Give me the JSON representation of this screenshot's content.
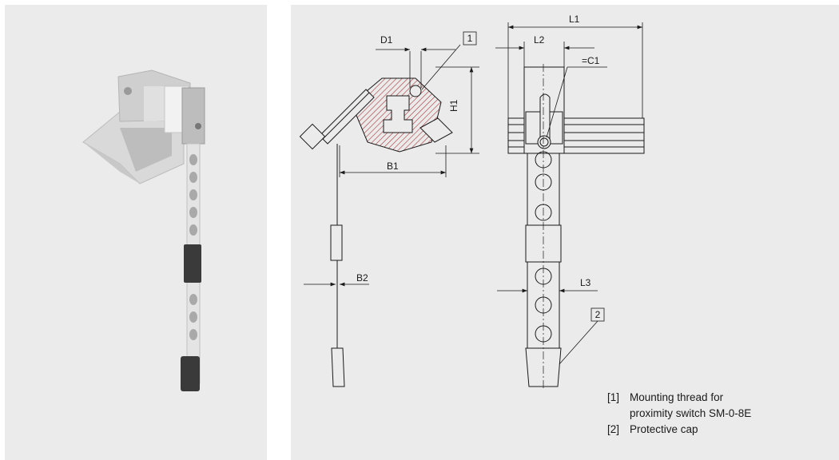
{
  "drawing": {
    "dimensions": {
      "d1": "D1",
      "h1": "H1",
      "b1": "B1",
      "b2": "B2",
      "l1": "L1",
      "l2": "L2",
      "l3": "L3",
      "c1": "=C1"
    },
    "callouts": {
      "callout_1": "1",
      "callout_2": "2"
    }
  },
  "legend": {
    "items": [
      {
        "number": "[1]",
        "text": "Mounting thread for\nproximity switch SM-0-8E"
      },
      {
        "number": "[2]",
        "text": "Protective cap"
      }
    ]
  }
}
